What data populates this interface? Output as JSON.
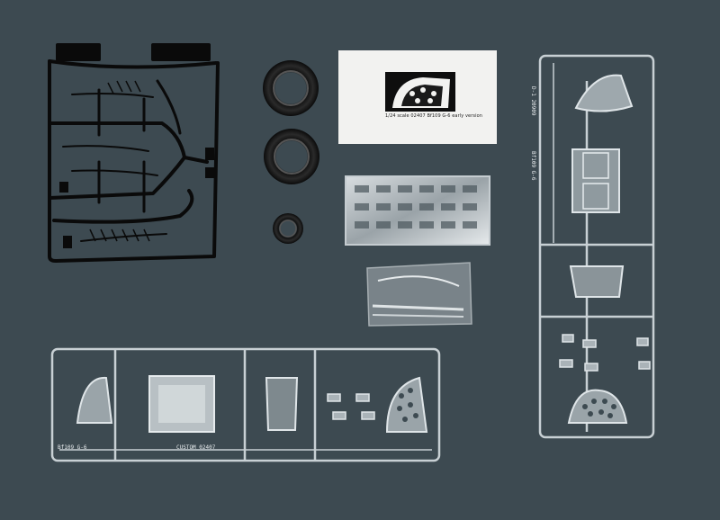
{
  "photo": {
    "subject": "",
    "background_color": "#3d4a51"
  },
  "decal_sheet": {
    "caption": "1/24 scale 02407 Bf109 G-6 early version"
  },
  "clear_sprue_right": {
    "spine_text_top": "D-1 20909",
    "spine_text_mid": "Bf109 G-6"
  },
  "clear_sprue_bottom": {
    "spine_text_left": "Bf109 G-6",
    "spine_text_mid": "CUSTOM 02407"
  }
}
